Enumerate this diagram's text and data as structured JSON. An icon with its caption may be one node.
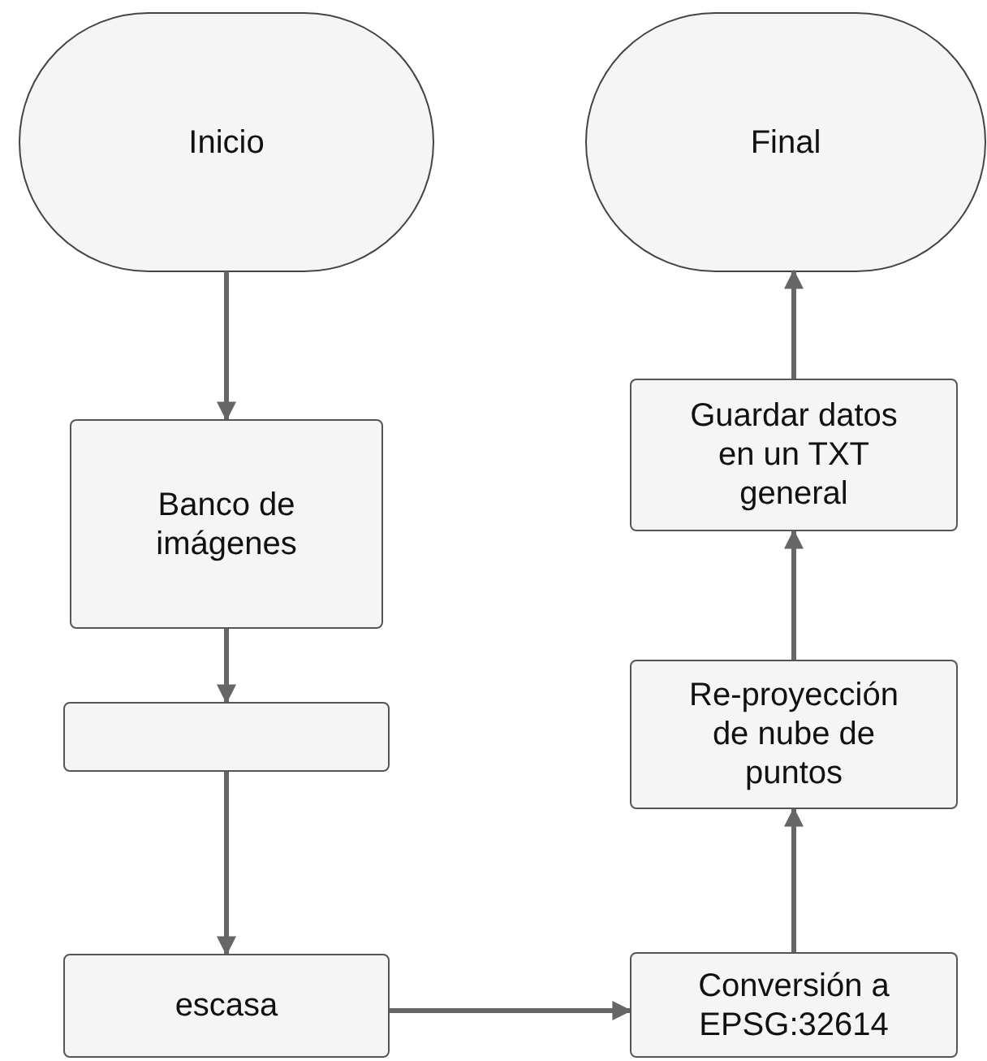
{
  "diagram": {
    "nodes": [
      {
        "text": [
          "Inicio"
        ]
      },
      {
        "text": [
          "Final"
        ]
      },
      {
        "text": [
          "Banco de imágenes"
        ]
      },
      {
        "text": [],
        "shape": "box"
      },
      {
        "text": [
          "escasa"
        ]
      },
      {
        "text": [
          "Guardar datos en un TXT general"
        ]
      },
      {
        "text": [
          "Re-proyección de nube de puntos"
        ]
      },
      {
        "text": [
          "Conversión a EPSG:32614"
        ]
      }
    ],
    "edges": [
      {
        "from": 0,
        "to": 2,
        "arrow": "to"
      },
      {
        "from": 2,
        "to": 3,
        "arrow": "to"
      },
      {
        "from": 3,
        "to": 4,
        "arrow": "to"
      },
      {
        "from": 4,
        "to": 7,
        "arrow": "to"
      },
      {
        "from": 7,
        "to": 6,
        "arrow": "to"
      },
      {
        "from": 6,
        "to": 5,
        "arrow": "to"
      },
      {
        "from": 5,
        "to": 1,
        "arrow": "to"
      }
    ]
  }
}
